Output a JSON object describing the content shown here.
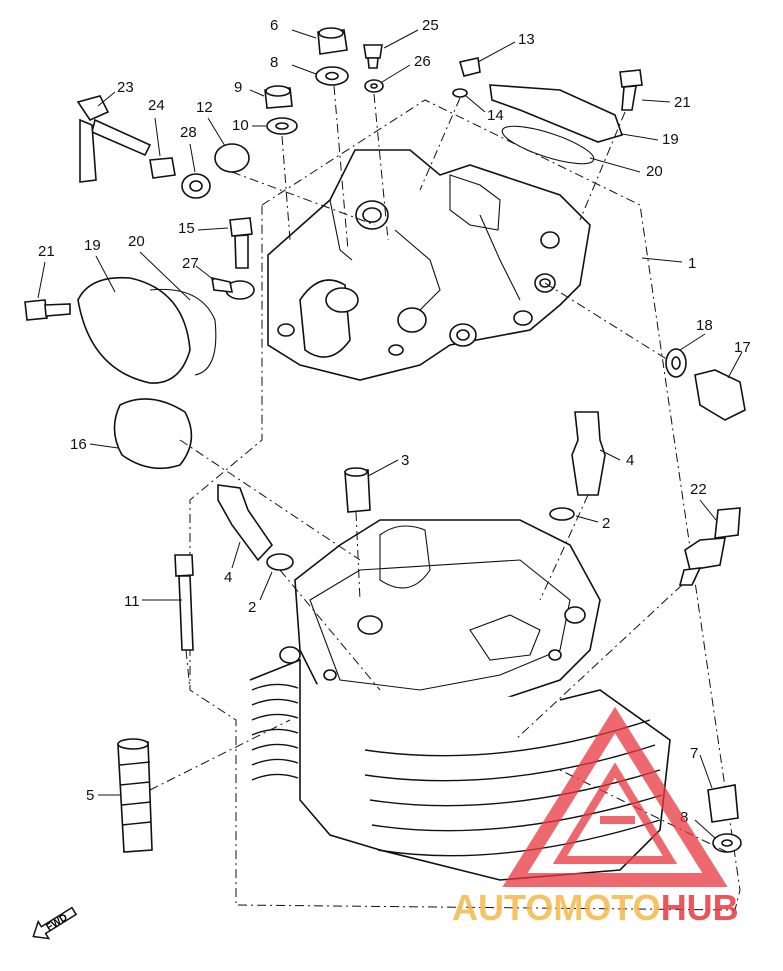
{
  "callouts": [
    {
      "label": "6"
    },
    {
      "label": "25"
    },
    {
      "label": "13"
    },
    {
      "label": "8"
    },
    {
      "label": "26"
    },
    {
      "label": "23"
    },
    {
      "label": "9"
    },
    {
      "label": "24"
    },
    {
      "label": "12"
    },
    {
      "label": "14"
    },
    {
      "label": "21"
    },
    {
      "label": "10"
    },
    {
      "label": "28"
    },
    {
      "label": "19"
    },
    {
      "label": "20"
    },
    {
      "label": "15"
    },
    {
      "label": "21"
    },
    {
      "label": "19"
    },
    {
      "label": "20"
    },
    {
      "label": "27"
    },
    {
      "label": "1"
    },
    {
      "label": "18"
    },
    {
      "label": "17"
    },
    {
      "label": "16"
    },
    {
      "label": "4"
    },
    {
      "label": "3"
    },
    {
      "label": "22"
    },
    {
      "label": "2"
    },
    {
      "label": "4"
    },
    {
      "label": "2"
    },
    {
      "label": "11"
    },
    {
      "label": "5"
    },
    {
      "label": "7"
    },
    {
      "label": "8"
    }
  ],
  "forward_marker": "FWD",
  "watermark": {
    "brand_part1": "AUTO",
    "brand_part2": "MOTO",
    "brand_part3": "HUB",
    "color_primary": "#f5b84a",
    "color_accent": "#e8383f"
  },
  "colors": {
    "line": "#111111",
    "background": "#ffffff"
  }
}
